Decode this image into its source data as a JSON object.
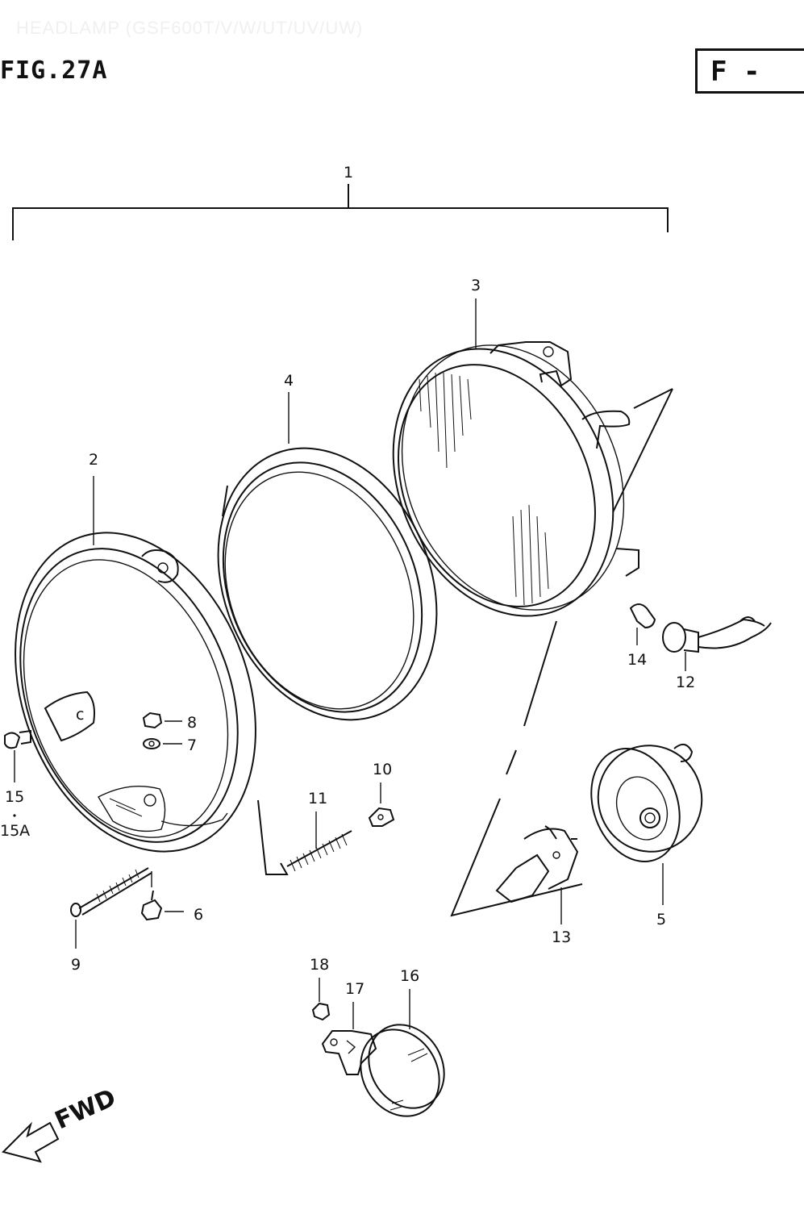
{
  "header": {
    "ghost_title": "HEADLAMP (GSF600T/V/W/UT/UV/UW)",
    "figure_label": "FIG.27A",
    "section_code": "F -"
  },
  "callouts": {
    "c1": "1",
    "c2": "2",
    "c3": "3",
    "c4": "4",
    "c5": "5",
    "c6": "6",
    "c7": "7",
    "c8": "8",
    "c9": "9",
    "c10": "10",
    "c11": "11",
    "c12": "12",
    "c13": "13",
    "c14": "14",
    "c15": "15",
    "c15a": "15A",
    "c16": "16",
    "c17": "17",
    "c18": "18"
  },
  "fwd_label": "FWD"
}
